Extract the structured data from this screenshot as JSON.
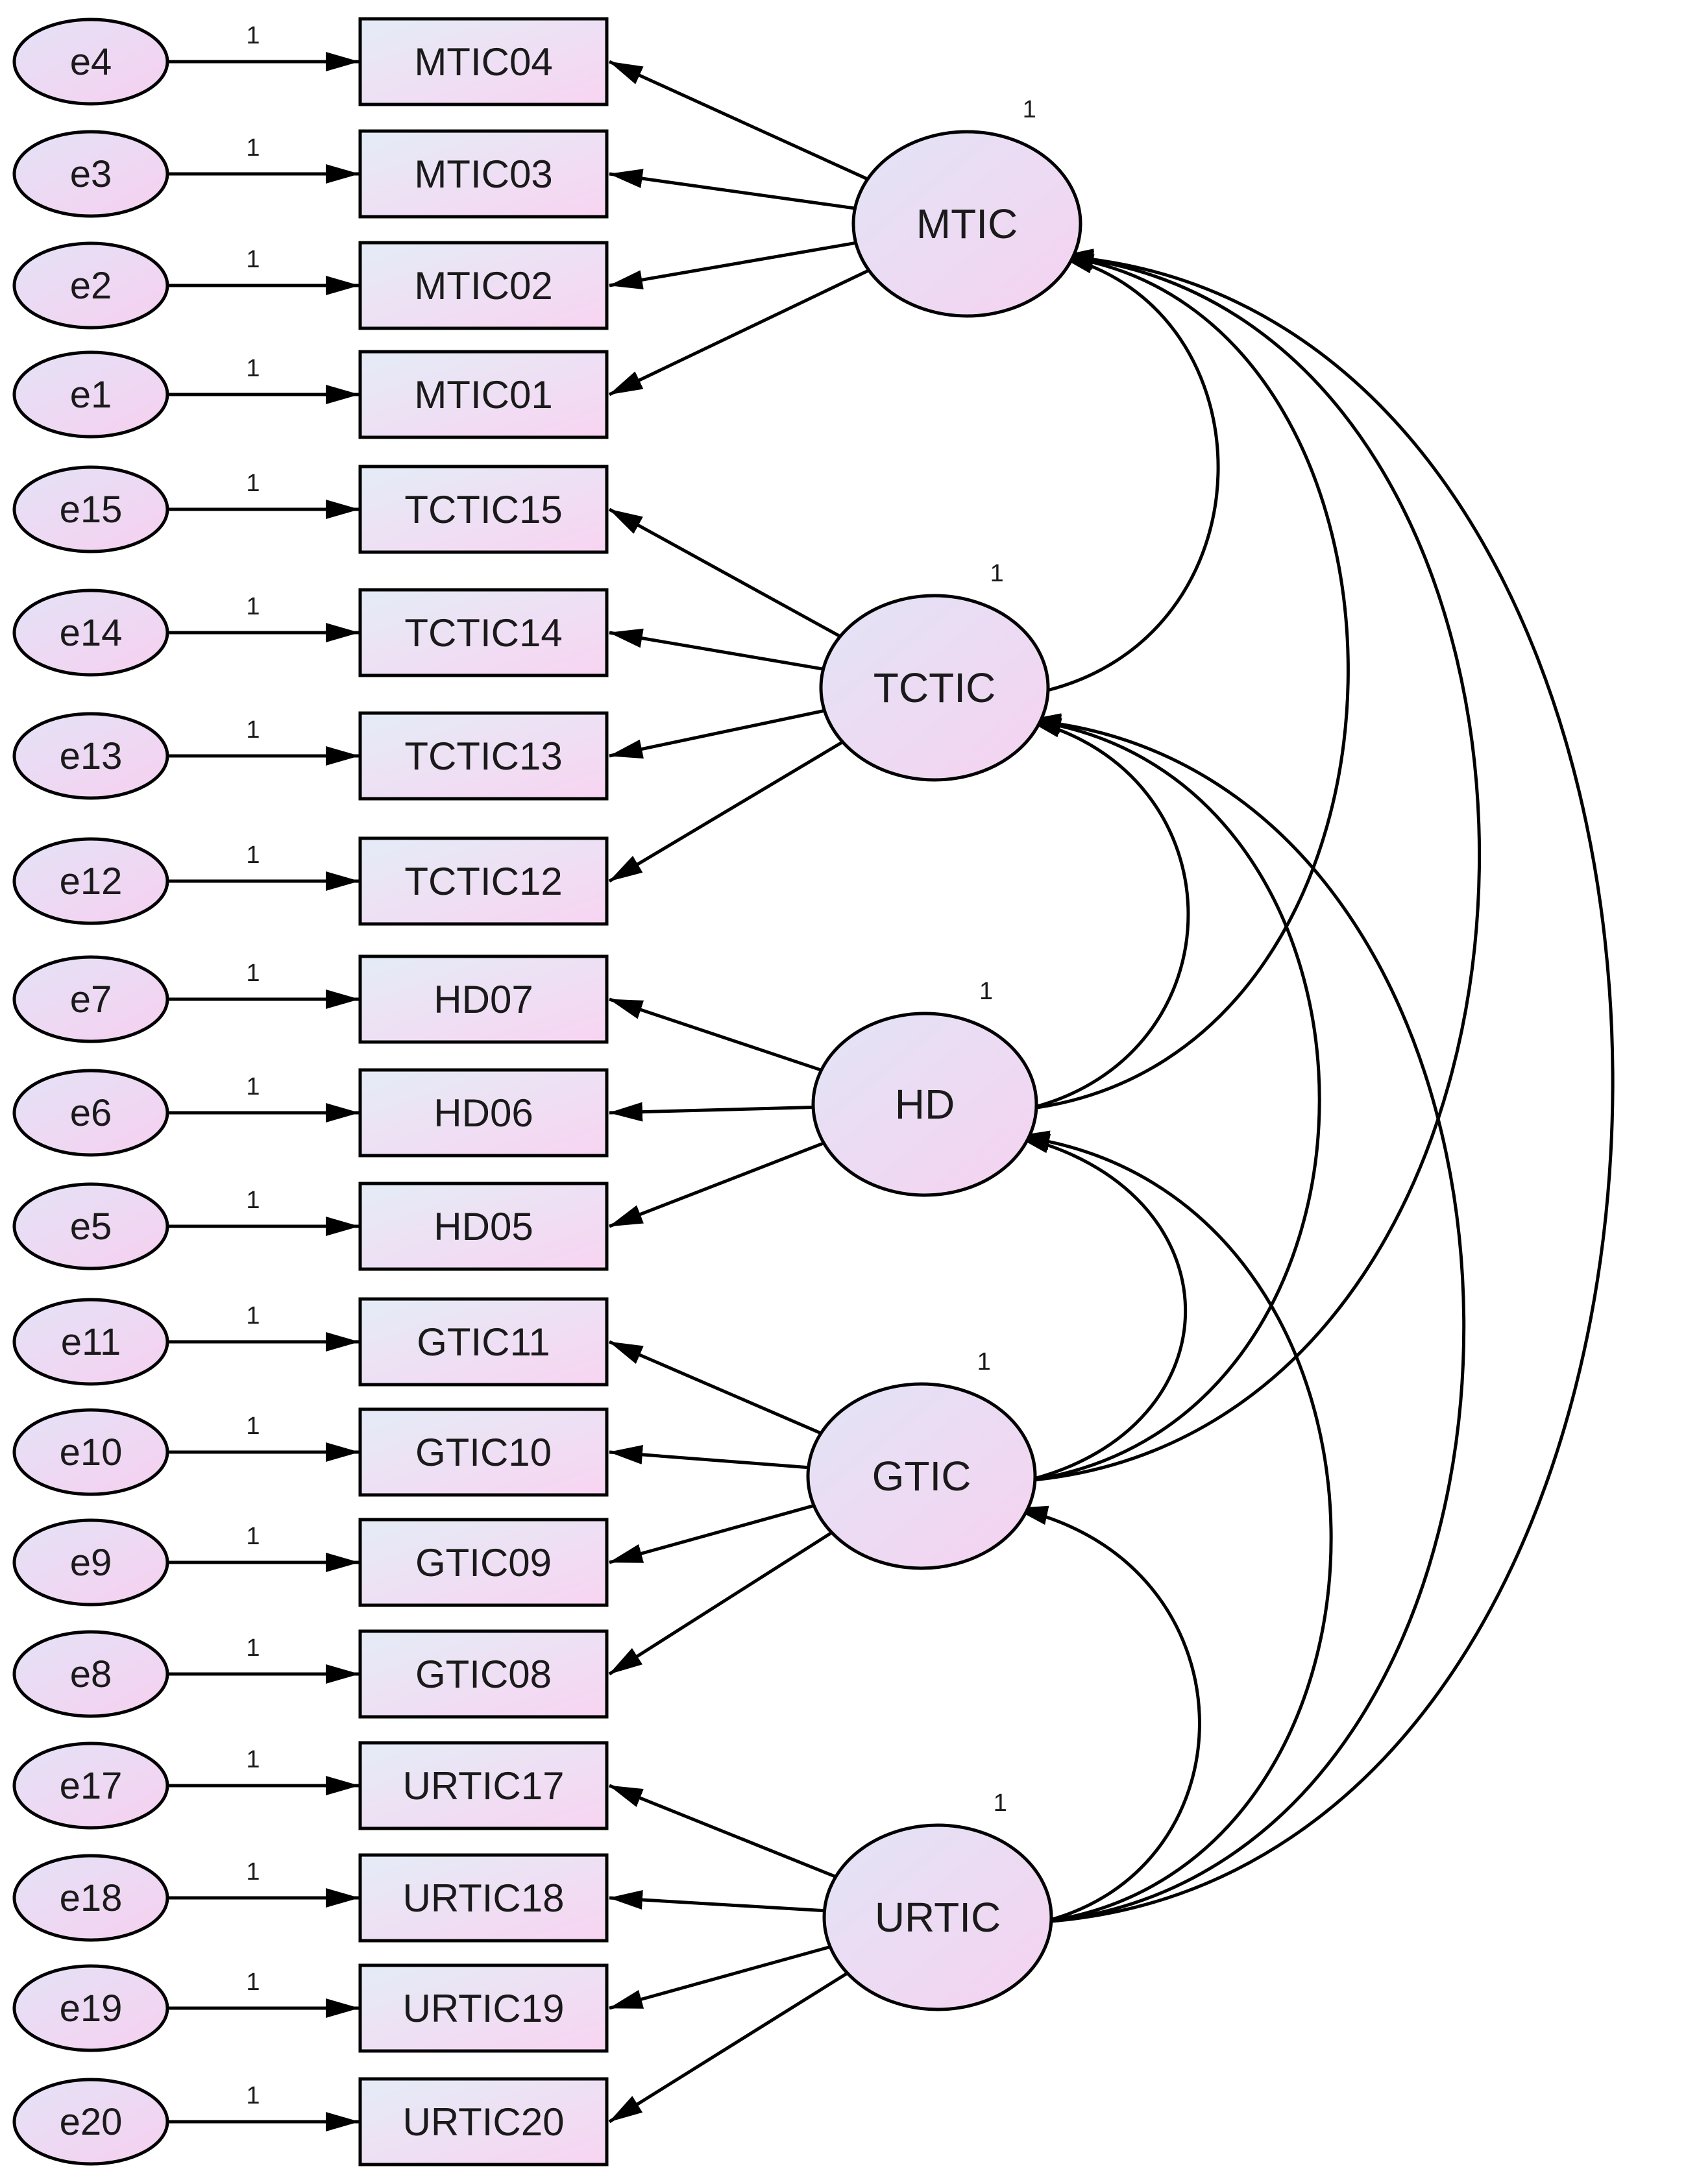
{
  "colors": {
    "stroke": "#000000",
    "box_fill_light": "#e6eaf4",
    "box_fill_pink": "#f6d6f2",
    "latent_fill": "#f0d8f0",
    "latent_fill_light": "#e8e6f6",
    "error_fill": "#f0d4f0"
  },
  "latents": [
    {
      "id": "MTIC",
      "label": "MTIC",
      "variance_label": "1"
    },
    {
      "id": "TCTIC",
      "label": "TCTIC",
      "variance_label": "1"
    },
    {
      "id": "HD",
      "label": "HD",
      "variance_label": "1"
    },
    {
      "id": "GTIC",
      "label": "GTIC",
      "variance_label": "1"
    },
    {
      "id": "URTIC",
      "label": "URTIC",
      "variance_label": "1"
    }
  ],
  "indicators": [
    {
      "error": "e4",
      "observed": "MTIC04",
      "factor": "MTIC",
      "weight": "1"
    },
    {
      "error": "e3",
      "observed": "MTIC03",
      "factor": "MTIC",
      "weight": "1"
    },
    {
      "error": "e2",
      "observed": "MTIC02",
      "factor": "MTIC",
      "weight": "1"
    },
    {
      "error": "e1",
      "observed": "MTIC01",
      "factor": "MTIC",
      "weight": "1"
    },
    {
      "error": "e15",
      "observed": "TCTIC15",
      "factor": "TCTIC",
      "weight": "1"
    },
    {
      "error": "e14",
      "observed": "TCTIC14",
      "factor": "TCTIC",
      "weight": "1"
    },
    {
      "error": "e13",
      "observed": "TCTIC13",
      "factor": "TCTIC",
      "weight": "1"
    },
    {
      "error": "e12",
      "observed": "TCTIC12",
      "factor": "TCTIC",
      "weight": "1"
    },
    {
      "error": "e7",
      "observed": "HD07",
      "factor": "HD",
      "weight": "1"
    },
    {
      "error": "e6",
      "observed": "HD06",
      "factor": "HD",
      "weight": "1"
    },
    {
      "error": "e5",
      "observed": "HD05",
      "factor": "HD",
      "weight": "1"
    },
    {
      "error": "e11",
      "observed": "GTIC11",
      "factor": "GTIC",
      "weight": "1"
    },
    {
      "error": "e10",
      "observed": "GTIC10",
      "factor": "GTIC",
      "weight": "1"
    },
    {
      "error": "e9",
      "observed": "GTIC09",
      "factor": "GTIC",
      "weight": "1"
    },
    {
      "error": "e8",
      "observed": "GTIC08",
      "factor": "GTIC",
      "weight": "1"
    },
    {
      "error": "e17",
      "observed": "URTIC17",
      "factor": "URTIC",
      "weight": "1"
    },
    {
      "error": "e18",
      "observed": "URTIC18",
      "factor": "URTIC",
      "weight": "1"
    },
    {
      "error": "e19",
      "observed": "URTIC19",
      "factor": "URTIC",
      "weight": "1"
    },
    {
      "error": "e20",
      "observed": "URTIC20",
      "factor": "URTIC",
      "weight": "1"
    }
  ],
  "covariances": [
    [
      "MTIC",
      "TCTIC"
    ],
    [
      "MTIC",
      "HD"
    ],
    [
      "MTIC",
      "GTIC"
    ],
    [
      "MTIC",
      "URTIC"
    ],
    [
      "TCTIC",
      "HD"
    ],
    [
      "TCTIC",
      "GTIC"
    ],
    [
      "TCTIC",
      "URTIC"
    ],
    [
      "HD",
      "GTIC"
    ],
    [
      "HD",
      "URTIC"
    ],
    [
      "GTIC",
      "URTIC"
    ]
  ]
}
